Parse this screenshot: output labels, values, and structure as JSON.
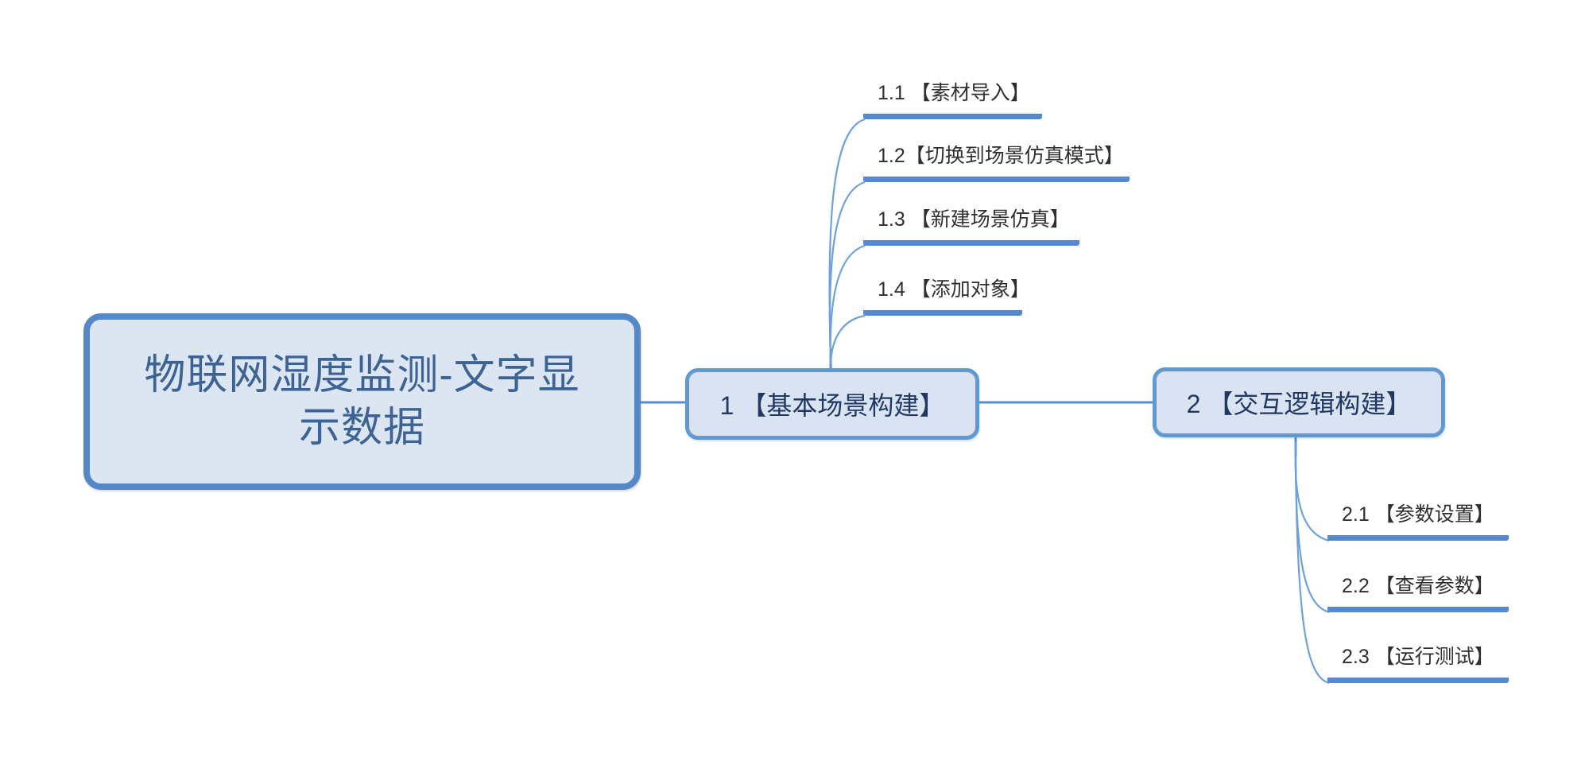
{
  "diagram": {
    "type": "mindmap",
    "root": {
      "label": "物联网湿度监测-文字显示数据"
    },
    "branches": [
      {
        "label": "1 【基本场景构建】",
        "children": [
          {
            "label": "1.1 【素材导入】"
          },
          {
            "label": "1.2【切换到场景仿真模式】"
          },
          {
            "label": "1.3 【新建场景仿真】"
          },
          {
            "label": "1.4 【添加对象】"
          }
        ]
      },
      {
        "label": "2 【交互逻辑构建】",
        "children": [
          {
            "label": "2.1 【参数设置】"
          },
          {
            "label": "2.2 【查看参数】"
          },
          {
            "label": "2.3 【运行测试】"
          }
        ]
      }
    ],
    "colors": {
      "root_border": "#5488c7",
      "root_fill": "#dce5f2",
      "root_text": "#3d6394",
      "node_border": "#5b9bd5",
      "node_fill": "#dae3f1",
      "node_text": "#1f3864",
      "connector": "#5b8bd0",
      "line": "#6ba1dc",
      "underline": "#5588cf",
      "subtext": "#2f2f2f"
    }
  }
}
